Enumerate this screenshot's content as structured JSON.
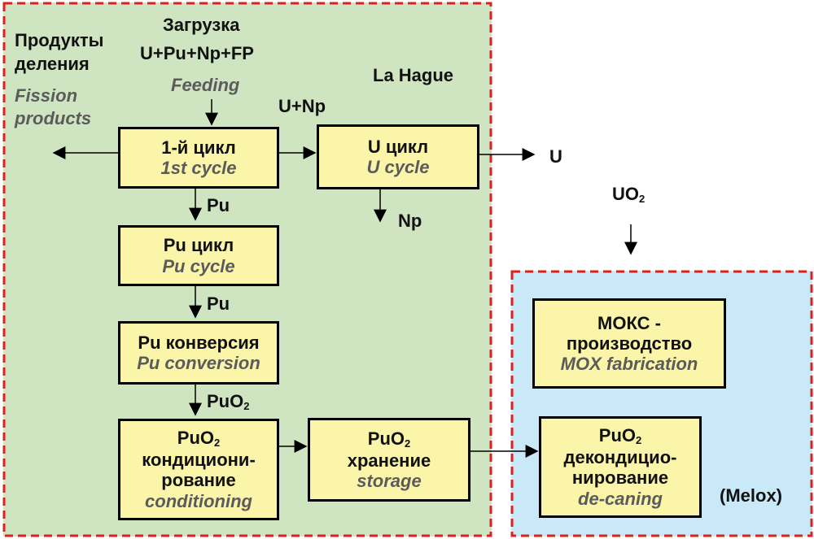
{
  "zones": {
    "lahague_label": "La Hague",
    "melox_label": "(Melox)",
    "colors": {
      "lahague_fill": "#cfe5c2",
      "melox_fill": "#c9e8f8",
      "border": "#e0201b",
      "box_fill": "#fbf5a9"
    }
  },
  "labels": {
    "fission_ru": "Продукты деления",
    "fission_en": "Fission products",
    "loading_ru": "Загрузка",
    "loading_formula": "U+Pu+Np+FP",
    "feeding_en": "Feeding",
    "u_np": "U+Np",
    "u_out": "U",
    "np_out": "Np",
    "pu_1": "Pu",
    "pu_2": "Pu",
    "puo2_main": "PuO",
    "uo2_main": "UO",
    "sub2": "2"
  },
  "boxes": {
    "cycle1": {
      "ru": "1-й цикл",
      "en": "1st cycle"
    },
    "ucycle": {
      "ru": "U цикл",
      "en": "U cycle"
    },
    "pucycle": {
      "ru": "Pu цикл",
      "en": "Pu cycle"
    },
    "puconv": {
      "ru": "Pu конверсия",
      "en": "Pu conversion"
    },
    "conditioning": {
      "formula": "PuO",
      "ru": "кондициони-рование",
      "en": "conditioning"
    },
    "storage": {
      "formula": "PuO",
      "ru": "хранение",
      "en": "storage"
    },
    "mox": {
      "ru": "МОКС - производство",
      "en": "MOX fabrication"
    },
    "decaning": {
      "formula": "PuO",
      "ru": "декондицио-нирование",
      "en": "de-caning"
    }
  }
}
